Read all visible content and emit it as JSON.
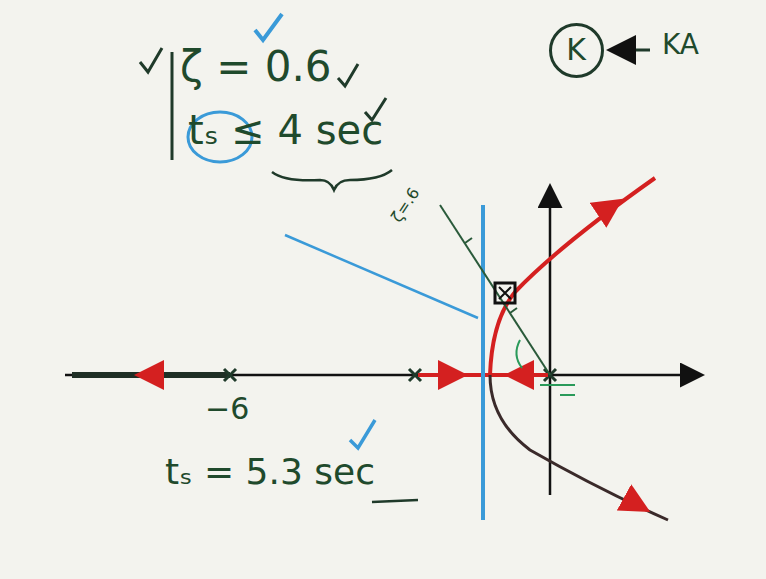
{
  "diagram": {
    "nodes": [
      {
        "text": [
          "K"
        ]
      }
    ],
    "labels": [
      "ζ = 0.6",
      "tₛ ≤ 4 sec",
      "KA",
      "ζ=.6",
      "−6",
      "tₛ = 5.3 sec"
    ]
  }
}
